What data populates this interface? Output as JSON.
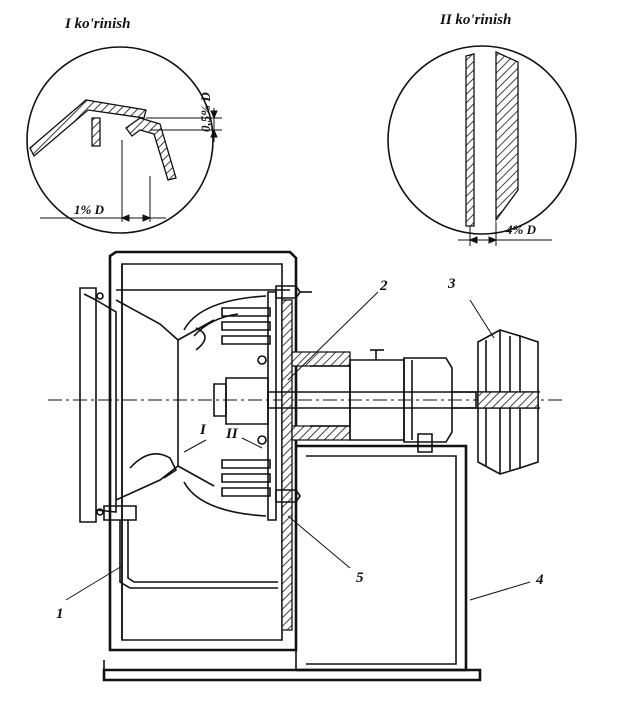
{
  "views": {
    "view1_title": "I ko'rinish",
    "view2_title": "II ko'rinish"
  },
  "dimensions": {
    "gap_axial": "0,5% D",
    "gap_radial": "1% D",
    "gap_shaft": "4% D"
  },
  "labels": {
    "part1": "1",
    "part2": "2",
    "part3": "3",
    "part4": "4",
    "part5": "5",
    "mark_I": "I",
    "mark_II": "II"
  }
}
